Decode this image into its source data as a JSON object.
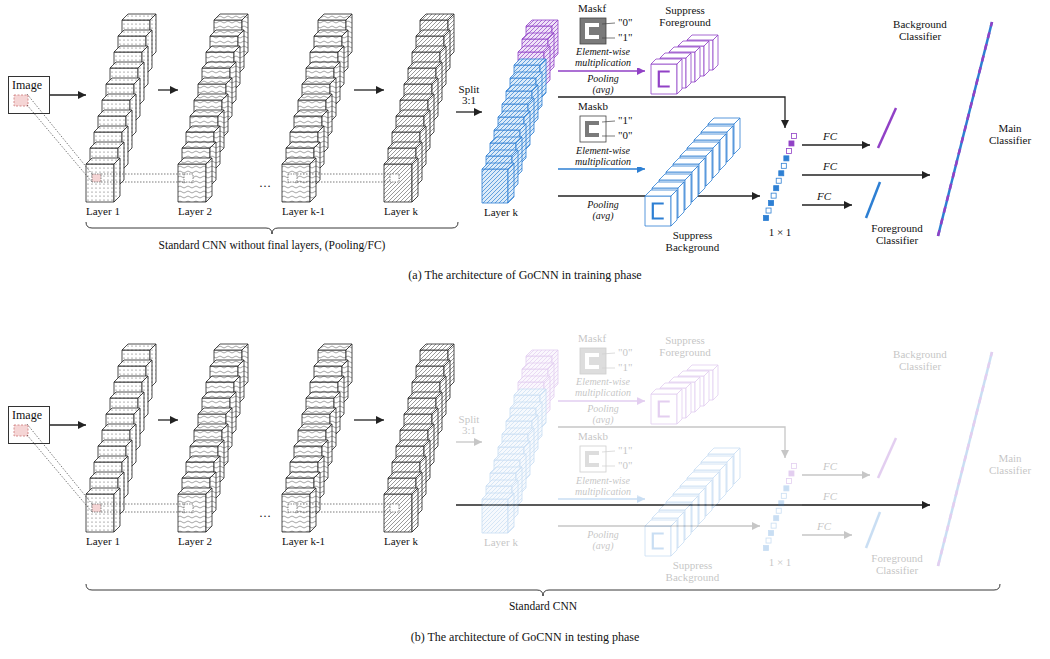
{
  "diagram": {
    "nodes": [
      {
        "text": [
          "Image"
        ]
      },
      {
        "text": [
          "Layer 1"
        ]
      },
      {
        "text": [
          "Layer 2"
        ]
      },
      {
        "text": [
          "Layer k-1"
        ]
      },
      {
        "text": [
          "Layer k"
        ]
      },
      {
        "text": [
          "Layer k"
        ]
      },
      {
        "text": [
          "Maskf",
          "\"0\"",
          "\"1\""
        ]
      },
      {
        "text": [
          "Suppress Foreground"
        ]
      },
      {
        "text": [
          "Maskb",
          "\"1\"",
          "\"0\""
        ]
      },
      {
        "text": [
          "Suppress Background"
        ]
      },
      {
        "text": [
          "1 × 1"
        ]
      },
      {
        "text": [
          "Background Classifier"
        ]
      },
      {
        "text": [
          "Main Classifier"
        ]
      },
      {
        "text": [
          "Foreground Classifier"
        ]
      },
      {
        "text": [
          "Image"
        ]
      },
      {
        "text": [
          "Layer 1"
        ]
      },
      {
        "text": [
          "Layer 2"
        ]
      },
      {
        "text": [
          "Layer k-1"
        ]
      },
      {
        "text": [
          "Layer k"
        ]
      },
      {
        "text": [
          "Layer k"
        ]
      },
      {
        "text": [
          "Maskf",
          "\"0\"",
          "\"1\""
        ]
      },
      {
        "text": [
          "Suppress Foreground"
        ]
      },
      {
        "text": [
          "Maskb",
          "\"1\"",
          "\"0\""
        ]
      },
      {
        "text": [
          "Suppress Background"
        ]
      },
      {
        "text": [
          "1 × 1"
        ]
      },
      {
        "text": [
          "Background Classifier"
        ]
      },
      {
        "text": [
          "Main Classifier"
        ]
      },
      {
        "text": [
          "Foreground Classifier"
        ]
      }
    ],
    "edges": [
      {
        "from": 0,
        "to": 1,
        "arrow": "to"
      },
      {
        "from": 1,
        "to": 2,
        "arrow": "to"
      },
      {
        "from": 3,
        "to": 4,
        "arrow": "to"
      },
      {
        "from": 4,
        "to": 5,
        "label": "Split 3:1",
        "arrow": "to"
      },
      {
        "from": 5,
        "to": 7,
        "label": "Element-wise multiplication",
        "arrow": "to"
      },
      {
        "from": 5,
        "to": 10,
        "label": "Pooling (avg)",
        "arrow": "to"
      },
      {
        "from": 5,
        "to": 9,
        "label": "Element-wise multiplication",
        "arrow": "to"
      },
      {
        "from": 5,
        "to": 10,
        "label": "Pooling (avg)",
        "arrow": "to"
      },
      {
        "from": 10,
        "to": 11,
        "label": "FC",
        "arrow": "to"
      },
      {
        "from": 10,
        "to": 12,
        "label": "FC",
        "arrow": "to"
      },
      {
        "from": 10,
        "to": 13,
        "label": "FC",
        "arrow": "to"
      },
      {
        "from": 14,
        "to": 15,
        "arrow": "to"
      },
      {
        "from": 15,
        "to": 16,
        "arrow": "to"
      },
      {
        "from": 17,
        "to": 18,
        "arrow": "to"
      },
      {
        "from": 18,
        "to": 19,
        "label": "Split 3:1",
        "arrow": "to"
      },
      {
        "from": 19,
        "to": 21,
        "label": "Element-wise multiplication",
        "arrow": "to"
      },
      {
        "from": 19,
        "to": 24,
        "label": "Pooling (avg)",
        "arrow": "to"
      },
      {
        "from": 19,
        "to": 23,
        "label": "Element-wise multiplication",
        "arrow": "to"
      },
      {
        "from": 19,
        "to": 24,
        "label": "Pooling (avg)",
        "arrow": "to"
      },
      {
        "from": 24,
        "to": 25,
        "label": "FC",
        "arrow": "to"
      },
      {
        "from": 24,
        "to": 26,
        "label": "FC",
        "arrow": "to"
      },
      {
        "from": 24,
        "to": 27,
        "label": "FC",
        "arrow": "to"
      },
      {
        "from": 18,
        "to": 26,
        "arrow": "to"
      }
    ],
    "labels": [
      "…",
      "Standard CNN without final layers, (Pooling/FC)",
      "(a) The architecture of GoCNN in training phase",
      "…",
      "Standard CNN",
      "(b) The architecture of GoCNN in testing phase"
    ]
  }
}
